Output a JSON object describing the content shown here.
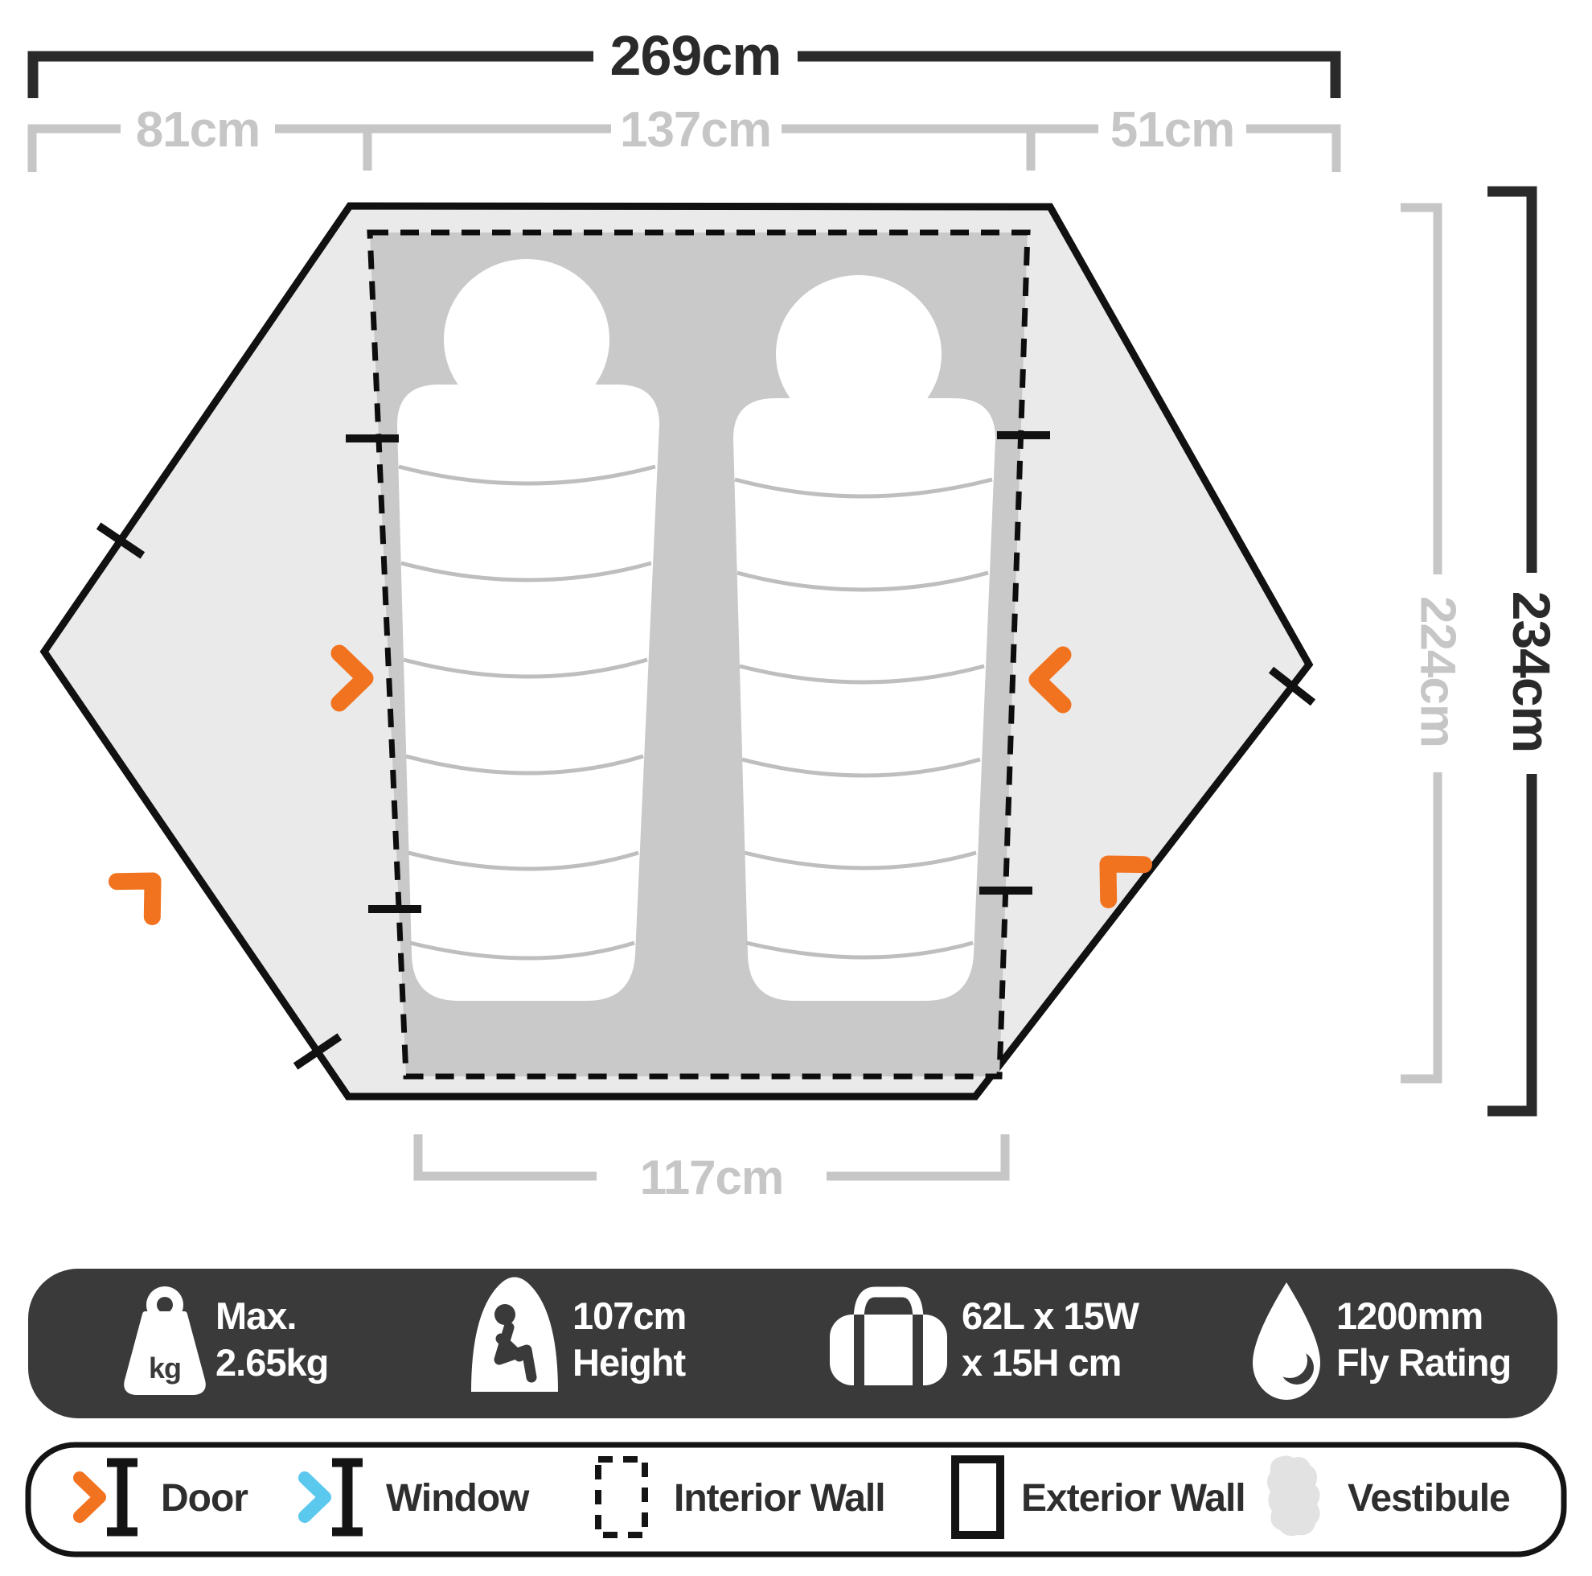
{
  "dimensions": {
    "top_total": "269cm",
    "top_left": "81cm",
    "top_middle": "137cm",
    "top_right": "51cm",
    "side_interior": "224cm",
    "side_exterior": "234cm",
    "bottom_interior": "117cm"
  },
  "specs": [
    {
      "icon": "weight-icon",
      "line1": "Max.",
      "line2": "2.65kg"
    },
    {
      "icon": "peak-height-icon",
      "line1": "107cm",
      "line2": "Height"
    },
    {
      "icon": "packed-size-icon",
      "line1": "62L x 15W",
      "line2": "x 15H cm"
    },
    {
      "icon": "fly-rating-icon",
      "line1": "1200mm",
      "line2": "Fly Rating"
    }
  ],
  "weight_unit_label": "kg",
  "legend": [
    {
      "icon": "door-icon",
      "label": "Door"
    },
    {
      "icon": "window-icon",
      "label": "Window"
    },
    {
      "icon": "interior-wall-icon",
      "label": "Interior Wall"
    },
    {
      "icon": "exterior-wall-icon",
      "label": "Exterior Wall"
    },
    {
      "icon": "vestibule-icon",
      "label": "Vestibule"
    }
  ],
  "colors": {
    "door_orange": "#F2731F",
    "window_blue": "#5BC8EE",
    "exterior_fill": "#EAEAEA",
    "interior_fill": "#C9C9C9",
    "dimension_gray": "#C6C6C6",
    "dimension_black": "#2A2A2A",
    "specs_bar_bg": "#3A3A3A",
    "vestibule_gray": "#E2E2E2"
  }
}
